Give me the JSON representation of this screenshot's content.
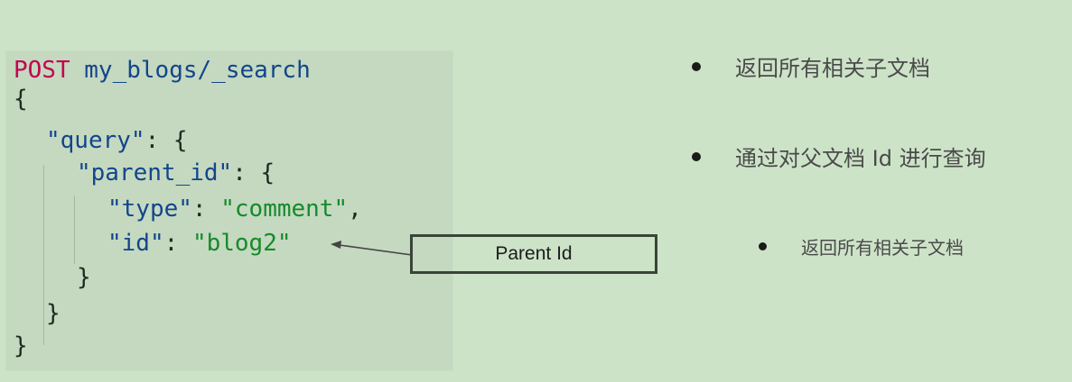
{
  "code": {
    "line1_method": "POST",
    "line1_path": "my_blogs/_search",
    "line2": "{",
    "line3_key": "\"query\"",
    "line3_rest": ": {",
    "line4_key": "\"parent_id\"",
    "line4_rest": ": {",
    "line5_key": "\"type\"",
    "line5_sep": ": ",
    "line5_val": "\"comment\"",
    "line5_tail": ",",
    "line6_key": "\"id\"",
    "line6_sep": ": ",
    "line6_val": "\"blog2\"",
    "line7": "}",
    "line8": "}",
    "line9": "}"
  },
  "callout": {
    "label": "Parent Id"
  },
  "bullets": [
    {
      "text": "返回所有相关子文档"
    },
    {
      "text": "通过对父文档 Id 进行查询"
    },
    {
      "text": "返回所有相关子文档"
    }
  ],
  "colors": {
    "background": "#cde3c8",
    "code_panel": "#c4d9c0",
    "keyword": "#c4004e",
    "json_key": "#13458b",
    "json_string": "#168a2b"
  }
}
